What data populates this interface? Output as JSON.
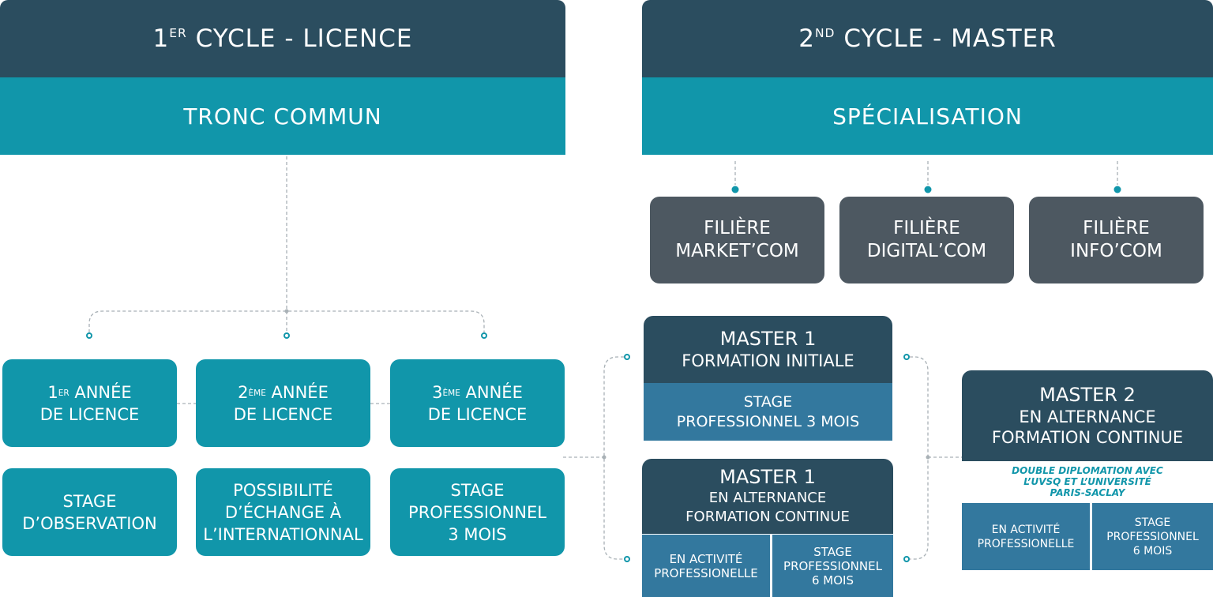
{
  "licence": {
    "title_pre": "1",
    "title_sup": "ER",
    "title_post": " CYCLE - LICENCE",
    "subtitle": "TRONC COMMUN",
    "years": [
      {
        "line1_pre": "1",
        "line1_sup": "ER",
        "line1_post": " ANNÉE",
        "line2": "DE LICENCE"
      },
      {
        "line1_pre": "2",
        "line1_sup": "ÈME",
        "line1_post": " ANNÉE",
        "line2": "DE LICENCE"
      },
      {
        "line1_pre": "3",
        "line1_sup": "ÈME",
        "line1_post": " ANNÉE",
        "line2": "DE LICENCE"
      }
    ],
    "details": [
      {
        "lines": [
          "STAGE",
          "D’OBSERVATION"
        ]
      },
      {
        "lines": [
          "POSSIBILITÉ",
          "D’ÉCHANGE À",
          "L’INTERNATIONNAL"
        ]
      },
      {
        "lines": [
          "STAGE",
          "PROFESSIONNEL",
          "3 MOIS"
        ]
      }
    ]
  },
  "master": {
    "title_pre": "2",
    "title_sup": "ND",
    "title_post": " CYCLE - MASTER",
    "subtitle": "SPÉCIALISATION",
    "filieres": [
      {
        "line1": "FILIÈRE",
        "line2": "MARKET’COM"
      },
      {
        "line1": "FILIÈRE",
        "line2": "DIGITAL’COM"
      },
      {
        "line1": "FILIÈRE",
        "line2": "INFO’COM"
      }
    ],
    "m1_initiale": {
      "title": "MASTER 1",
      "subtitle": "FORMATION INITIALE",
      "stage_line1": "STAGE",
      "stage_line2": "PROFESSIONNEL 3 MOIS"
    },
    "m1_alternance": {
      "title": "MASTER 1",
      "line2": "EN ALTERNANCE",
      "line3": "FORMATION CONTINUE",
      "left_line1": "EN ACTIVITÉ",
      "left_line2": "PROFESSIONELLE",
      "right_line1": "STAGE",
      "right_line2": "PROFESSIONNEL",
      "right_line3": "6 MOIS"
    },
    "m2": {
      "title": "MASTER 2",
      "line2": "EN ALTERNANCE",
      "line3": "FORMATION CONTINUE",
      "note_line1": "DOUBLE DIPLOMATION AVEC",
      "note_line2": "L’UVSQ ET L’UNIVERSITÉ",
      "note_line3": "PARIS-SACLAY",
      "left_line1": "EN ACTIVITÉ",
      "left_line2": "PROFESSIONELLE",
      "right_line1": "STAGE",
      "right_line2": "PROFESSIONNEL",
      "right_line3": "6 MOIS"
    }
  },
  "colors": {
    "dark": "#2b4d5f",
    "teal": "#1196aa",
    "grey": "#4d5861",
    "steel": "#33789e",
    "connector": "#a9b1b6"
  }
}
